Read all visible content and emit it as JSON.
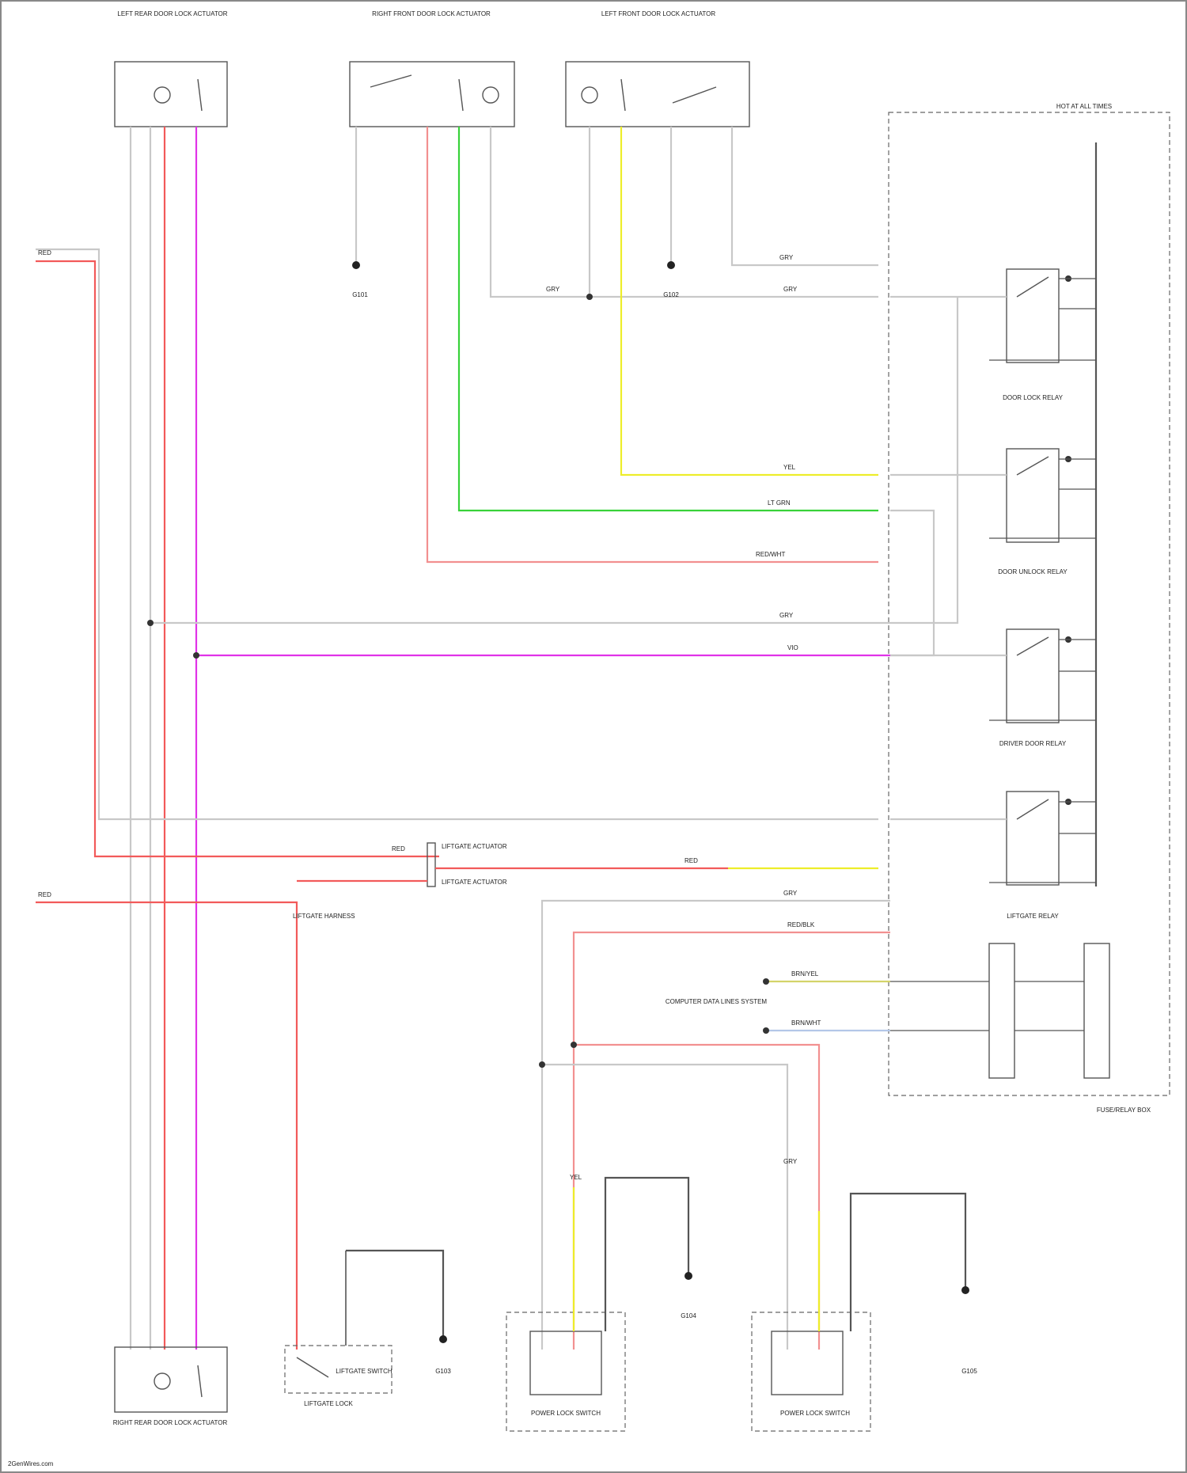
{
  "title": "",
  "footer": "2GenWires.com",
  "colors": {
    "grey": "#bdbdbd",
    "red": "#f25a5a",
    "pink": "#ef9a9a",
    "magenta": "#e033e8",
    "green": "#38d23a",
    "yellow": "#eded2a",
    "dark": "#555555",
    "light_blue": "#b3c7e8"
  },
  "components": {
    "lr_actuator": "LEFT REAR DOOR LOCK ACTUATOR",
    "rf_actuator": "RIGHT FRONT DOOR LOCK ACTUATOR",
    "lf_actuator": "LEFT FRONT DOOR LOCK ACTUATOR",
    "rr_actuator": "RIGHT REAR DOOR LOCK ACTUATOR",
    "module_box": "FUSE/RELAY BOX",
    "module_box_bottom": "FUSE/RELAY BOX",
    "relay1": "DOOR LOCK RELAY",
    "relay2": "DOOR UNLOCK RELAY",
    "relay3": "DRIVER DOOR RELAY",
    "relay4": "LIFTGATE RELAY",
    "liftgate_switch": "LIFTGATE SWITCH",
    "liftgate_lock": "LIFTGATE LOCK",
    "power_lock_switch_l": "POWER LOCK SWITCH",
    "power_lock_switch_r": "POWER LOCK SWITCH",
    "computer": "COMPUTER DATA LINES SYSTEM",
    "fuse_top": "HOT AT ALL TIMES"
  },
  "grounds": {
    "g_right_kick": "G101",
    "g_left_kick": "G102",
    "g_lower_left": "G103",
    "g_lower_mid": "G104",
    "g_lower_right": "G105"
  },
  "wire_labels": {
    "w_red1": "RED",
    "w_red2": "RED",
    "w_red3": "RED",
    "w_red_mid": "RED",
    "w_red_ovl": "RED/BLK",
    "w_grey1": "GRY",
    "w_grey2": "GRY",
    "w_grey3": "GRY",
    "w_yel": "YEL",
    "w_grn": "LT GRN",
    "w_pnk": "RED/WHT",
    "w_gry_h": "GRY",
    "w_mag": "VIO",
    "w_gry_bot": "GRY",
    "w_yel_bot": "YEL",
    "w_gry_bot2": "GRY",
    "w_pnk_bot": "RED/BLK",
    "w_data1": "BRN/YEL",
    "w_data2": "BRN/WHT",
    "w_splice1": "LIFTGATE ACTUATOR",
    "w_splice2": "LIFTGATE ACTUATOR",
    "w_splice3": "LIFTGATE HARNESS"
  }
}
